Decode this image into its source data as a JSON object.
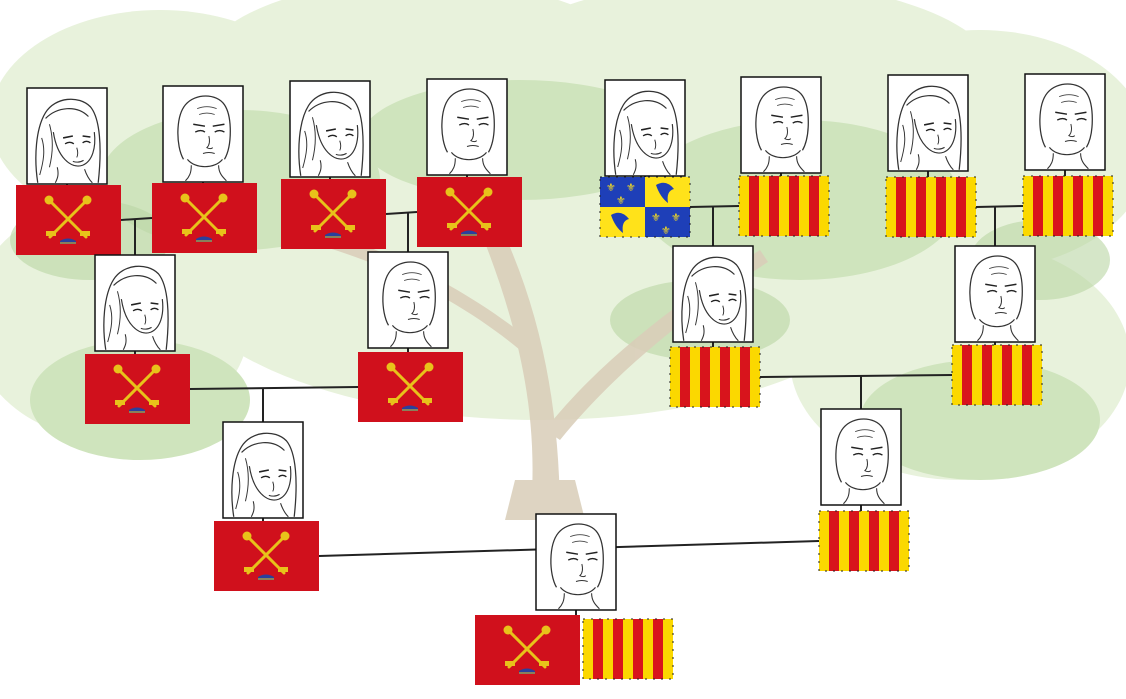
{
  "colors": {
    "background": "#ffffff",
    "foliage_light": "#e8f2dc",
    "foliage_mid": "#cfe4bd",
    "foliage_dark": "#b9d6a3",
    "trunk": "#d9cdb8",
    "papal_red": "#d0101c",
    "keys_gold": "#e8c21a",
    "tiara_blue": "#2a3f9c",
    "aragon_red": "#d8141c",
    "aragon_gold": "#fbd800",
    "dauphine_blue": "#1e3fb8",
    "dauphine_gold": "#ffe21a",
    "line": "#222222"
  },
  "diagram": {
    "type": "family-tree",
    "people": [
      {
        "id": "p1",
        "portrait": "woman-face-icon",
        "flags": [
          "papal-keys-flag"
        ]
      },
      {
        "id": "p2",
        "portrait": "man-face-icon",
        "flags": [
          "papal-keys-flag"
        ]
      },
      {
        "id": "p3",
        "portrait": "woman-face-icon",
        "flags": [
          "papal-keys-flag"
        ]
      },
      {
        "id": "p4",
        "portrait": "man-face-icon",
        "flags": [
          "papal-keys-flag"
        ]
      },
      {
        "id": "p5",
        "portrait": "woman-face-icon",
        "flags": [
          "dauphine-flag"
        ]
      },
      {
        "id": "p6",
        "portrait": "man-face-icon",
        "flags": [
          "aragon-flag"
        ]
      },
      {
        "id": "p7",
        "portrait": "woman-face-icon",
        "flags": [
          "aragon-flag"
        ]
      },
      {
        "id": "p8",
        "portrait": "man-face-icon",
        "flags": [
          "aragon-flag"
        ]
      },
      {
        "id": "p9",
        "portrait": "woman-face-icon",
        "flags": [
          "papal-keys-flag"
        ]
      },
      {
        "id": "p10",
        "portrait": "man-face-icon",
        "flags": [
          "papal-keys-flag"
        ]
      },
      {
        "id": "p11",
        "portrait": "woman-face-icon",
        "flags": [
          "aragon-flag"
        ]
      },
      {
        "id": "p12",
        "portrait": "man-face-icon",
        "flags": [
          "aragon-flag"
        ]
      },
      {
        "id": "p13",
        "portrait": "woman-face-icon",
        "flags": [
          "papal-keys-flag"
        ]
      },
      {
        "id": "p14",
        "portrait": "man-face-icon",
        "flags": [
          "aragon-flag"
        ]
      },
      {
        "id": "p15",
        "portrait": "man-face-icon",
        "flags": [
          "papal-keys-flag",
          "aragon-flag"
        ]
      }
    ],
    "unions": [
      {
        "partners": [
          "p1",
          "p2"
        ],
        "child": "p9"
      },
      {
        "partners": [
          "p3",
          "p4"
        ],
        "child": "p10"
      },
      {
        "partners": [
          "p5",
          "p6"
        ],
        "child": "p11"
      },
      {
        "partners": [
          "p7",
          "p8"
        ],
        "child": "p12"
      },
      {
        "partners": [
          "p9",
          "p10"
        ],
        "child": "p13"
      },
      {
        "partners": [
          "p11",
          "p12"
        ],
        "child": "p14"
      },
      {
        "partners": [
          "p13",
          "p14"
        ],
        "child": "p15"
      }
    ]
  }
}
